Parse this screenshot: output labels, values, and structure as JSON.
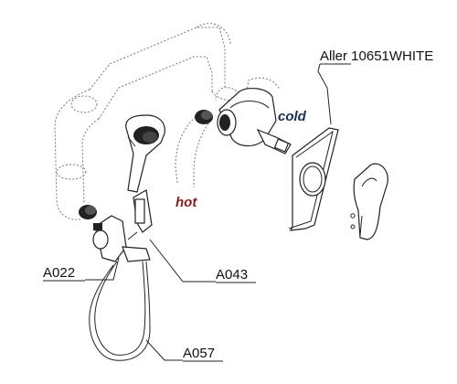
{
  "labels": {
    "product": "Aller 10651WHITE",
    "hot": "hot",
    "cold": "cold",
    "part_a022": "A022",
    "part_a043": "A043",
    "part_a057": "A057"
  },
  "colors": {
    "hot": "#8a1c1c",
    "cold": "#1b2f57",
    "line": "#222222",
    "dashed": "#777777"
  }
}
